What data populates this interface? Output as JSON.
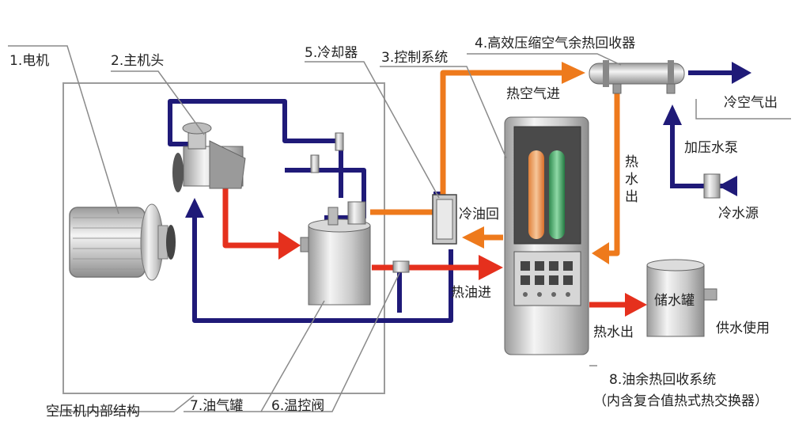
{
  "labels": {
    "motor": "1.电机",
    "main_head": "2.主机头",
    "cooler": "5.冷却器",
    "control": "3.控制系统",
    "recovery": "4.高效压缩空气余热回收器",
    "hot_air_in": "热空气进",
    "cold_air_out": "冷空气出",
    "hot_water_out_vertical": [
      "热",
      "水",
      "出"
    ],
    "pump": "加压水泵",
    "cold_water_source": "冷水源",
    "cold_oil_return": "冷油回",
    "hot_oil_in": "热油进",
    "storage_tank": "储水罐",
    "hot_water_out": "热水出",
    "water_supply": "供水使用",
    "oil_recovery_line1": "8.油余热回收系统",
    "oil_recovery_line2": "（内含复合值热式热交换器）",
    "internal_structure": "空压机内部结构",
    "oil_gas_tank": "7.油气罐",
    "temp_valve": "6.温控阀"
  },
  "colors": {
    "cold_line": "#1f1a78",
    "hot_line": "#e5301d",
    "hot_orange": "#ee7a1c",
    "label_line": "#8a8a8a",
    "frame": "#9b9b9b"
  }
}
